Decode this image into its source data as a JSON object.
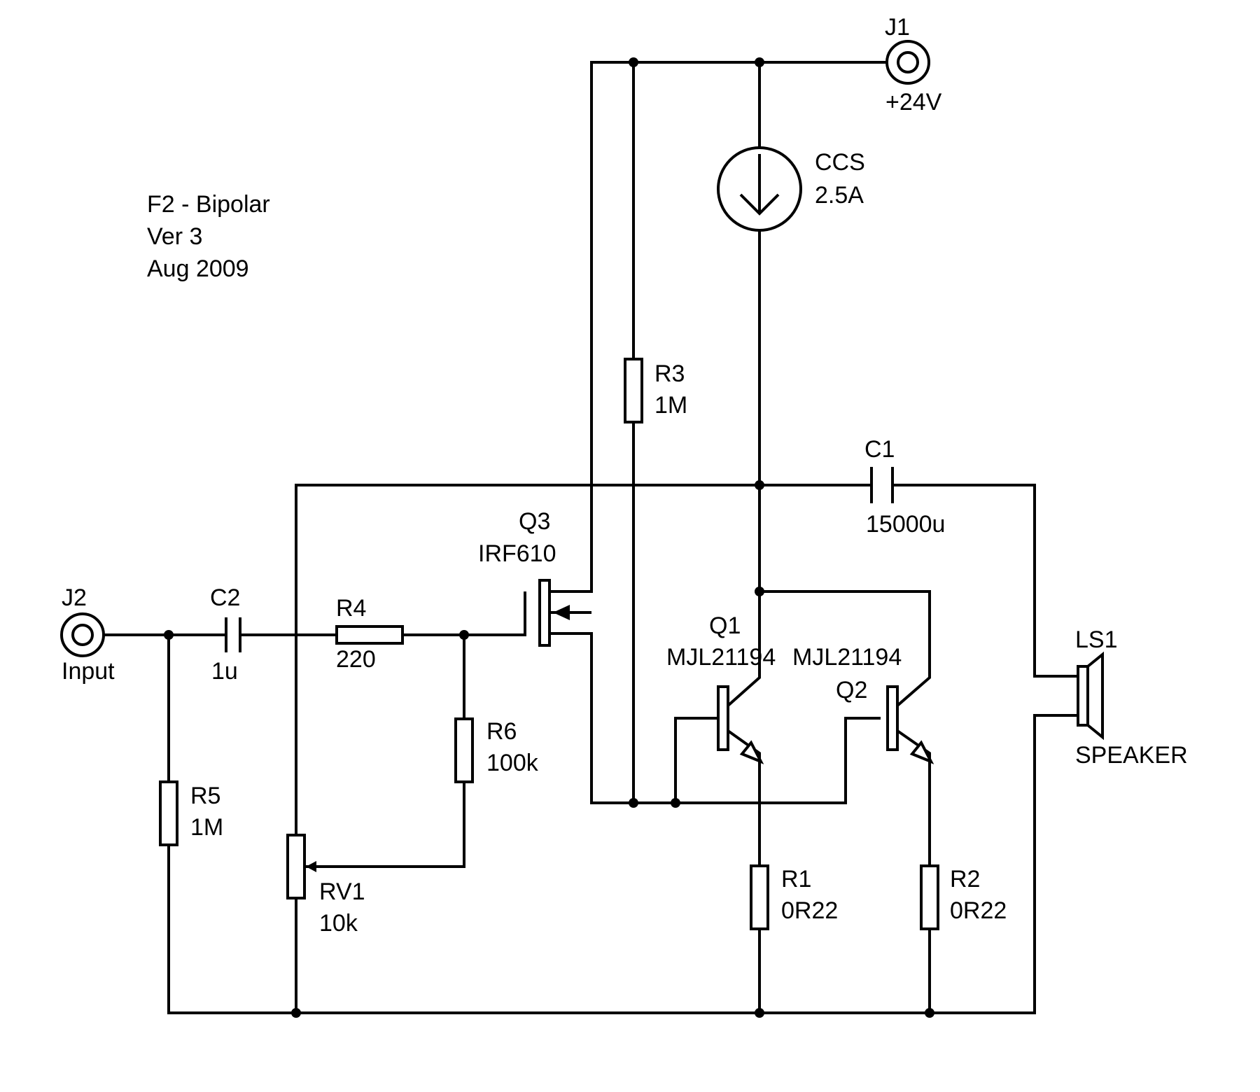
{
  "notes": [
    "F2 - Bipolar",
    "Ver 3",
    "Aug 2009"
  ],
  "components": {
    "J1": {
      "ref": "J1",
      "value": "+24V"
    },
    "J2": {
      "ref": "J2",
      "value": "Input"
    },
    "CCS": {
      "ref": "CCS",
      "value": "2.5A"
    },
    "R1": {
      "ref": "R1",
      "value": "0R22"
    },
    "R2": {
      "ref": "R2",
      "value": "0R22"
    },
    "R3": {
      "ref": "R3",
      "value": "1M"
    },
    "R4": {
      "ref": "R4",
      "value": "220"
    },
    "R5": {
      "ref": "R5",
      "value": "1M"
    },
    "R6": {
      "ref": "R6",
      "value": "100k"
    },
    "RV1": {
      "ref": "RV1",
      "value": "10k"
    },
    "C1": {
      "ref": "C1",
      "value": "15000u"
    },
    "C2": {
      "ref": "C2",
      "value": "1u"
    },
    "Q1": {
      "ref": "Q1",
      "value": "MJL21194"
    },
    "Q2": {
      "ref": "Q2",
      "value": "MJL21194"
    },
    "Q3": {
      "ref": "Q3",
      "value": "IRF610"
    },
    "LS1": {
      "ref": "LS1",
      "value": "SPEAKER"
    }
  }
}
